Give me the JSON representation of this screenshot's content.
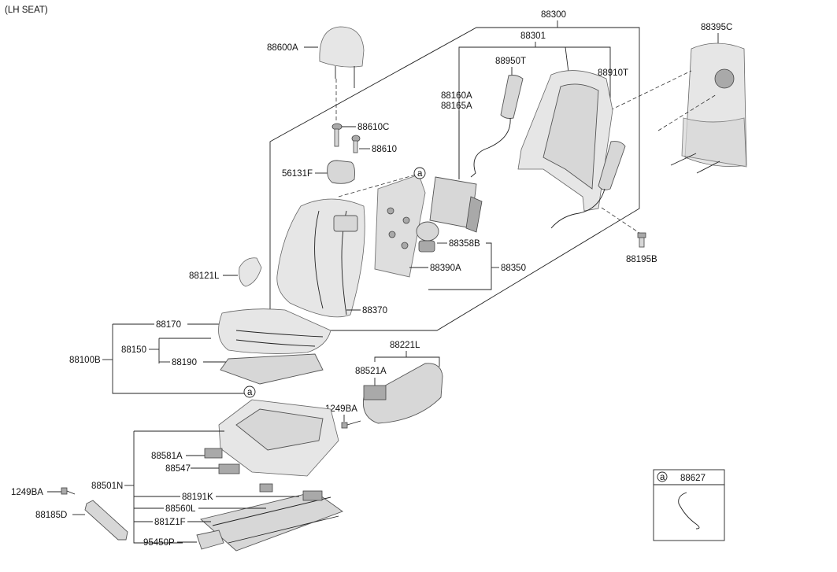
{
  "header": {
    "title": "(LH SEAT)"
  },
  "labels": {
    "l88300": "88300",
    "l88301": "88301",
    "l88395C": "88395C",
    "l88600A": "88600A",
    "l88950T": "88950T",
    "l88910T": "88910T",
    "l88160A": "88160A",
    "l88165A": "88165A",
    "l88610C": "88610C",
    "l88610": "88610",
    "l56131F": "56131F",
    "l88358B": "88358B",
    "l88390A": "88390A",
    "l88350": "88350",
    "l88195B": "88195B",
    "l88121L": "88121L",
    "l88370": "88370",
    "l88170": "88170",
    "l88150": "88150",
    "l88100B": "88100B",
    "l88190": "88190",
    "l88221L": "88221L",
    "l88521A": "88521A",
    "l1249BA_a": "1249BA",
    "l88581A": "88581A",
    "l88547": "88547",
    "l88501N": "88501N",
    "l1249BA_b": "1249BA",
    "l88191K": "88191K",
    "l88560L": "88560L",
    "l88185D": "88185D",
    "l881Z1F": "881Z1F",
    "l95450P": "95450P"
  },
  "callouts": {
    "ref_a": "a"
  },
  "legend": {
    "ref": "a",
    "part": "88627"
  }
}
